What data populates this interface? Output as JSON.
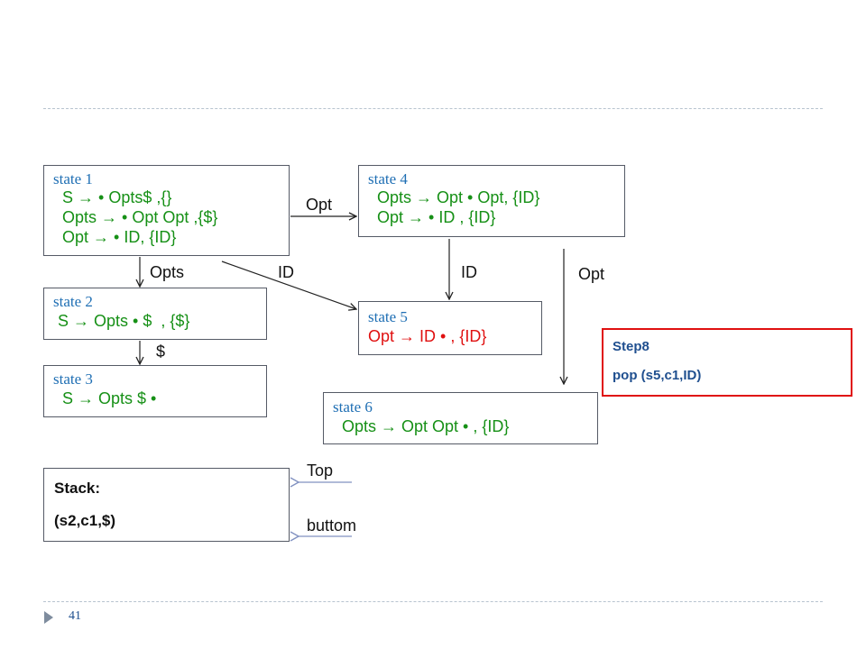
{
  "states": [
    {
      "id": "state-1",
      "title": "state 1",
      "lines": [
        {
          "text": "  S → • Opts$ ,{}",
          "color": "green"
        },
        {
          "text": "  Opts → • Opt Opt ,{$}",
          "color": "green"
        },
        {
          "text": "  Opt → • ID, {ID}",
          "color": "green"
        }
      ]
    },
    {
      "id": "state-2",
      "title": "state 2",
      "lines": [
        {
          "text": " S → Opts • $  , {$}",
          "color": "green"
        }
      ]
    },
    {
      "id": "state-3",
      "title": "state 3",
      "lines": [
        {
          "text": "  S → Opts $ •",
          "color": "green"
        }
      ]
    },
    {
      "id": "state-4",
      "title": "state 4",
      "lines": [
        {
          "text": "  Opts → Opt • Opt, {ID}",
          "color": "green"
        },
        {
          "text": "  Opt → • ID , {ID}",
          "color": "green"
        }
      ]
    },
    {
      "id": "state-5",
      "title": "state 5",
      "lines": [
        {
          "text": "Opt → ID • , {ID}",
          "color": "red"
        }
      ]
    },
    {
      "id": "state-6",
      "title": "state 6",
      "lines": [
        {
          "text": "  Opts → Opt Opt • , {ID}",
          "color": "green"
        }
      ]
    }
  ],
  "edge_labels": {
    "s1_to_s4": "Opt",
    "s1_to_s2": "Opts",
    "s1_to_s5": "ID",
    "s4_to_s5": "ID",
    "s4_to_s6": "Opt",
    "s2_to_s3": "$"
  },
  "step": {
    "title": "Step8",
    "action": "pop (s5,c1,ID)"
  },
  "stack": {
    "title": "Stack:",
    "content": "(s2,c1,$)",
    "top_label": "Top",
    "bottom_label": "buttom"
  },
  "page_number": "41",
  "colors": {
    "state_title": "#1f6fb4",
    "rule_text": "#169016",
    "highlight": "#e01010",
    "arrow": "#222222",
    "pointer": "#8090c0"
  }
}
